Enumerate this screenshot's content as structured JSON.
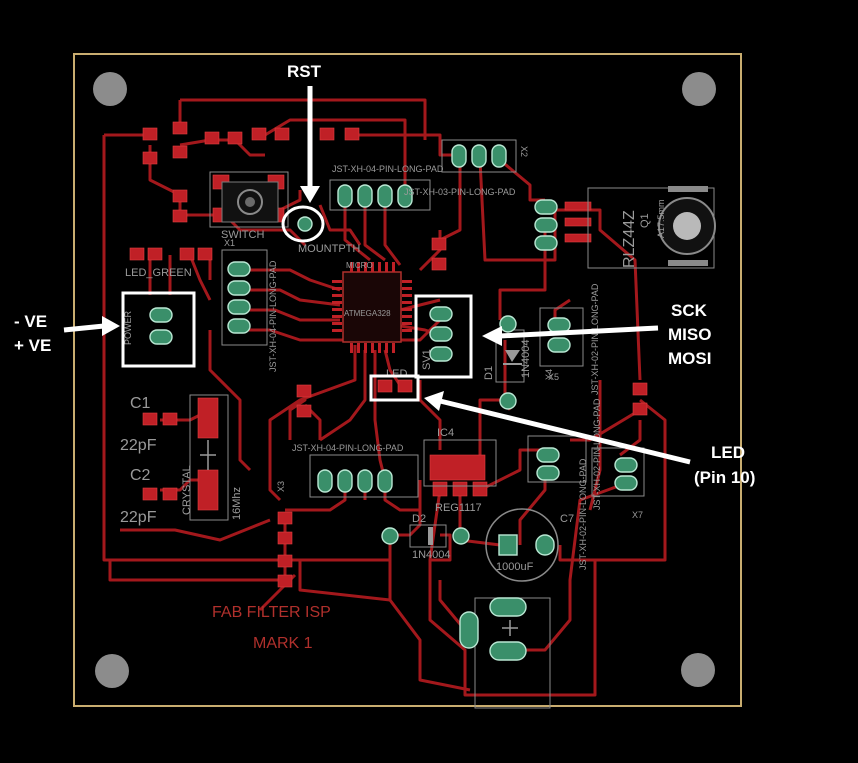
{
  "annotations": {
    "rst": "RST",
    "power_neg": "- VE",
    "power_pos": "+ VE",
    "sck": "SCK",
    "miso": "MISO",
    "mosi": "MOSI",
    "led_line1": "LED",
    "led_line2": "(Pin 10)"
  },
  "silkscreen": {
    "switch": "SWITCH",
    "led_green": "LED_GREEN",
    "mount_pth": "MOUNTPTH",
    "micro": "MICRO",
    "atmega": "ATMEGA328",
    "c1": "C1",
    "c1_val": "22pF",
    "c2": "C2",
    "c2_val": "22pF",
    "crystal": "CRYSTAL",
    "crystal_freq": "16Mhz",
    "ic4": "IC4",
    "reg": "REG1117",
    "d1": "D1",
    "d1_part": "1N4004",
    "d2": "D2",
    "d2_part": "1N4004",
    "c7": "C7",
    "c7_val": "1000uF",
    "jst_04_a": "JST-XH-04-PIN-LONG-PAD",
    "jst_03_a": "JST-XH-03-PIN-LONG-PAD",
    "jst_04_b": "JST-XH-04-PIN-LONG-PAD",
    "jst_04_c": "JST-XH-04-PIN-LONG-PAD",
    "jst_02_a": "JST-XH-02-PIN-LONG-PAD",
    "jst_02_b": "JST-XH-02-PIN-LONG-PAD",
    "jst_02_c": "JST-XH-02-PIN-LONG-PAD",
    "relay": "RLZ44Z",
    "relay_ref": "Q1",
    "relay_val": "A17.5mm",
    "power": "POWER",
    "led": "LED",
    "sv1": "SV1",
    "x1": "X1",
    "x2": "X2",
    "x3": "X3",
    "x4": "X4",
    "x5": "X5",
    "x7": "X7",
    "board_title": "FAB FILTER ISP",
    "board_version": "MARK 1"
  },
  "colors": {
    "board": "#000000",
    "edge": "#c9ad70",
    "trace": "#a3181c",
    "pad": "#c02026",
    "thru_pad": "#3a8f6a",
    "silk": "#9a9a9a",
    "annotation": "#ffffff",
    "mount_hole": "#8c8c8c"
  }
}
